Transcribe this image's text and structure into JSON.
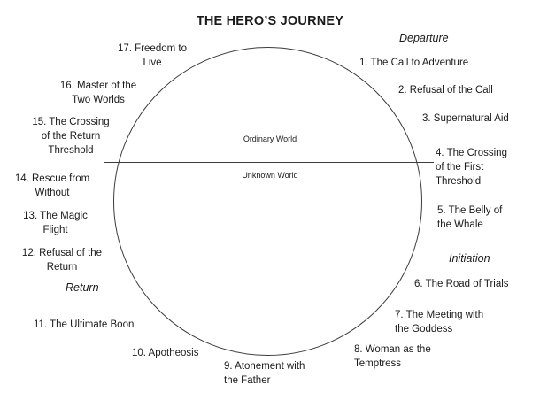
{
  "title": "THE HERO’S JOURNEY",
  "circle": {
    "top_world": "Ordinary World",
    "bottom_world": "Unknown World"
  },
  "phases": {
    "departure": "Departure",
    "initiation": "Initiation",
    "return": "Return"
  },
  "stages": [
    {
      "label": "1. The Call to Adventure"
    },
    {
      "label": "2. Refusal of the Call"
    },
    {
      "label": "3. Supernatural Aid"
    },
    {
      "label": "4. The Crossing\nof the First\nThreshold"
    },
    {
      "label": "5. The Belly of\nthe Whale"
    },
    {
      "label": "6. The Road of Trials"
    },
    {
      "label": "7. The Meeting with\nthe Goddess"
    },
    {
      "label": "8. Woman as the\nTemptress"
    },
    {
      "label": "9. Atonement with\nthe Father"
    },
    {
      "label": "10. Apotheosis"
    },
    {
      "label": "11. The Ultimate Boon"
    },
    {
      "label": "12. Refusal of the\nReturn"
    },
    {
      "label": "13. The Magic\nFlight"
    },
    {
      "label": "14. Rescue from\nWithout"
    },
    {
      "label": "15. The Crossing\nof the Return\nThreshold"
    },
    {
      "label": "16. Master of the\nTwo Worlds"
    },
    {
      "label": "17. Freedom to\nLive"
    }
  ]
}
